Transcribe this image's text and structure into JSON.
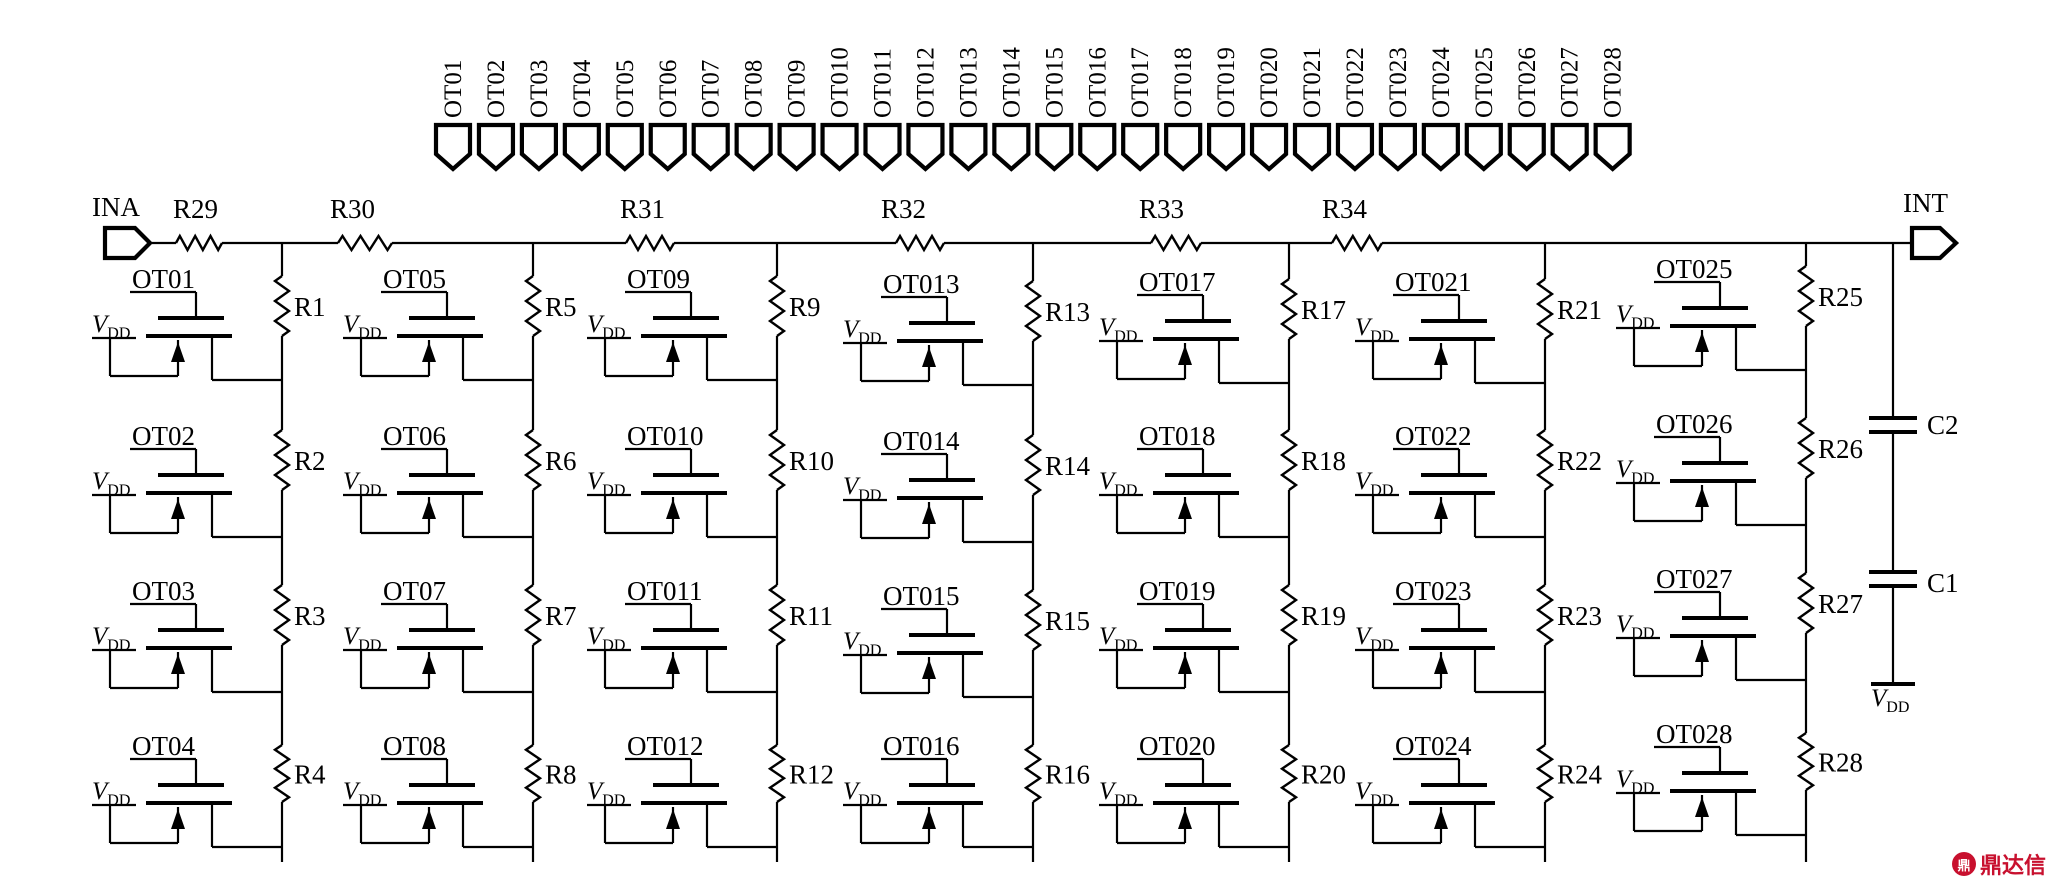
{
  "ports": {
    "input": "INA",
    "output": "INT",
    "outputs": [
      "OT01",
      "OT02",
      "OT03",
      "OT04",
      "OT05",
      "OT06",
      "OT07",
      "OT08",
      "OT09",
      "OT010",
      "OT011",
      "OT012",
      "OT013",
      "OT014",
      "OT015",
      "OT016",
      "OT017",
      "OT018",
      "OT019",
      "OT020",
      "OT021",
      "OT022",
      "OT023",
      "OT024",
      "OT025",
      "OT026",
      "OT027",
      "OT028"
    ]
  },
  "series_resistors": [
    "R29",
    "R30",
    "R31",
    "R32",
    "R33",
    "R34"
  ],
  "columns": [
    {
      "transistors": [
        "OT01",
        "OT02",
        "OT03",
        "OT04"
      ],
      "resistors": [
        "R1",
        "R2",
        "R3",
        "R4"
      ]
    },
    {
      "transistors": [
        "OT05",
        "OT06",
        "OT07",
        "OT08"
      ],
      "resistors": [
        "R5",
        "R6",
        "R7",
        "R8"
      ]
    },
    {
      "transistors": [
        "OT09",
        "OT010",
        "OT011",
        "OT012"
      ],
      "resistors": [
        "R9",
        "R10",
        "R11",
        "R12"
      ]
    },
    {
      "transistors": [
        "OT013",
        "OT014",
        "OT015",
        "OT016"
      ],
      "resistors": [
        "R13",
        "R14",
        "R15",
        "R16"
      ]
    },
    {
      "transistors": [
        "OT017",
        "OT018",
        "OT019",
        "OT020"
      ],
      "resistors": [
        "R17",
        "R18",
        "R19",
        "R20"
      ]
    },
    {
      "transistors": [
        "OT021",
        "OT022",
        "OT023",
        "OT024"
      ],
      "resistors": [
        "R21",
        "R22",
        "R23",
        "R24"
      ]
    },
    {
      "transistors": [
        "OT025",
        "OT026",
        "OT027",
        "OT028"
      ],
      "resistors": [
        "R25",
        "R26",
        "R27",
        "R28"
      ]
    }
  ],
  "capacitors": [
    "C2",
    "C1"
  ],
  "supply": {
    "symbol": "V",
    "subscript": "DD"
  },
  "watermark": {
    "logo": "鼎",
    "text": "鼎达信"
  }
}
